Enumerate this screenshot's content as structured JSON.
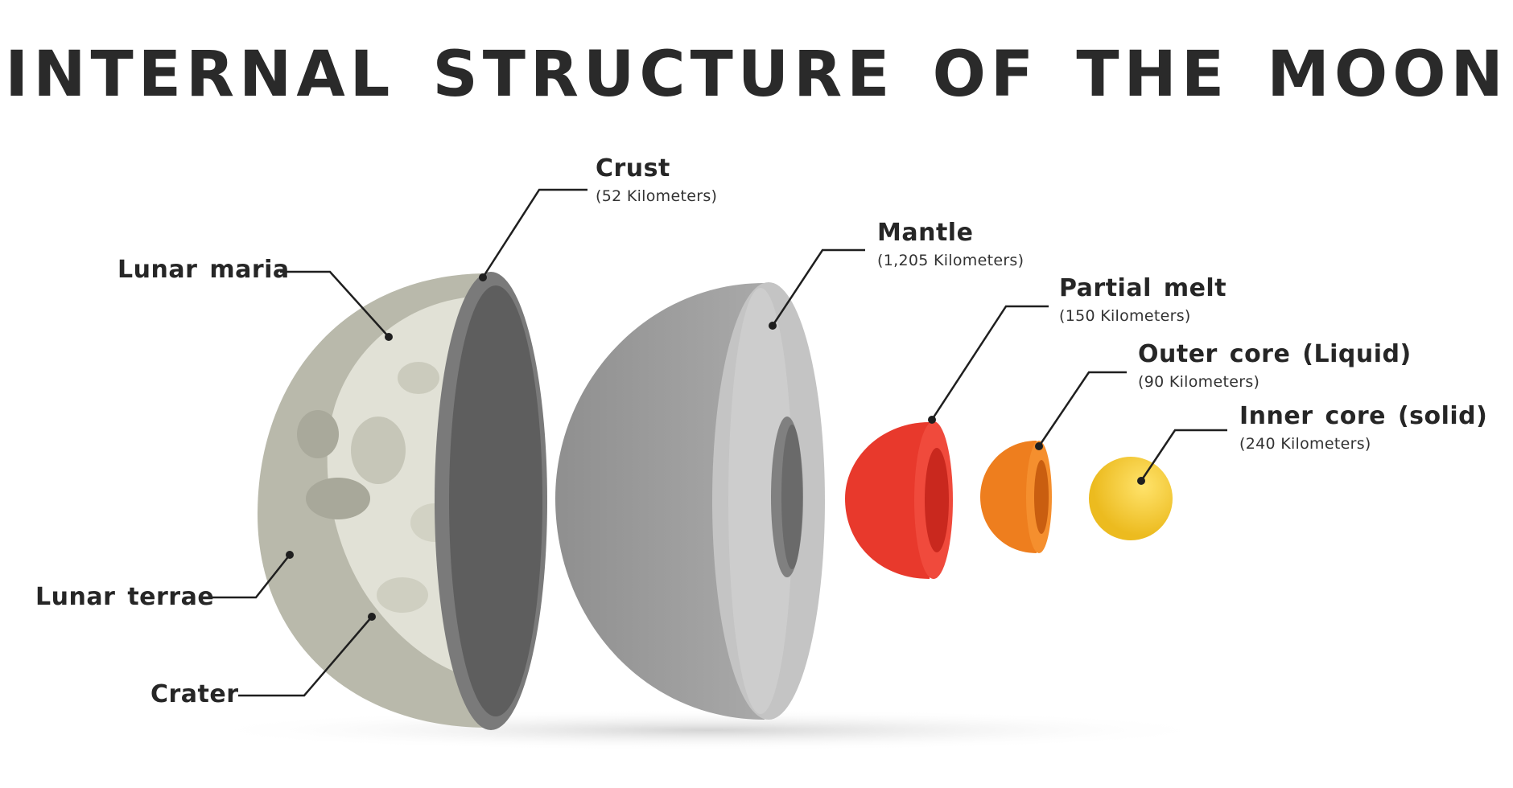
{
  "title": "INTERNAL STRUCTURE OF THE MOON",
  "labels": {
    "crust": {
      "name": "Crust",
      "detail": "(52 Kilometers)"
    },
    "mantle": {
      "name": "Mantle",
      "detail": "(1,205 Kilometers)"
    },
    "partial_melt": {
      "name": "Partial melt",
      "detail": "(150 Kilometers)"
    },
    "outer_core": {
      "name": "Outer core (Liquid)",
      "detail": "(90 Kilometers)"
    },
    "inner_core": {
      "name": "Inner core (solid)",
      "detail": "(240 Kilometers)"
    },
    "lunar_maria": {
      "name": "Lunar maria"
    },
    "lunar_terrae": {
      "name": "Lunar terrae"
    },
    "crater": {
      "name": "Crater"
    }
  },
  "colors": {
    "crust_surface": "#b9b9ab",
    "crust_light": "#e1e1d6",
    "crust_rim": "#7a7a7a",
    "crust_inner": "#5e5e5e",
    "mantle_outer": "#9a9a9a",
    "mantle_face": "#c4c4c4",
    "partial_melt": "#e8392c",
    "outer_core": "#ee7e1e",
    "inner_core": "#f2c62c",
    "leader_line": "#1f1f1f"
  }
}
